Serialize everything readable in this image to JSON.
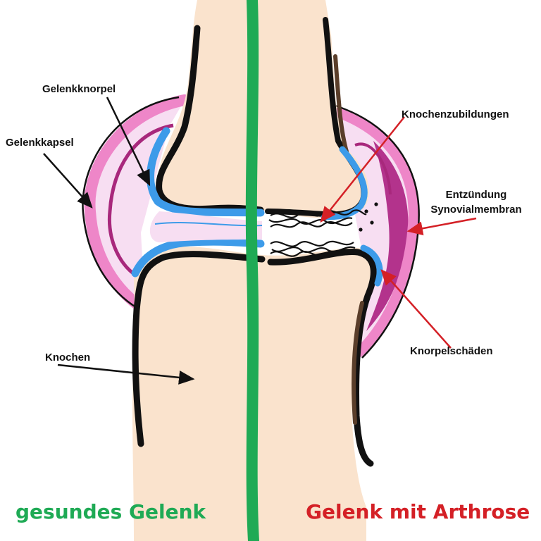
{
  "labels": {
    "gelenkknorpel": "Gelenkknorpel",
    "gelenkkapsel": "Gelenkkapsel",
    "knochen": "Knochen",
    "knochenzubildungen": "Knochenzubildungen",
    "entzuendung_line1": "Entzündung",
    "entzuendung_line2": "Synovialmembran",
    "knorpelschaeden": "Knorpelschäden"
  },
  "captions": {
    "left": "gesundes Gelenk",
    "right": "Gelenk mit Arthrose"
  },
  "colors": {
    "bone": "#fae3cd",
    "outline": "#111111",
    "bone_shadow": "#5a3e2a",
    "cartilage": "#3d9be9",
    "capsule": "#ee86c8",
    "capsule_fill": "#f7def2",
    "inflamed": "#b3338c",
    "divider": "#1faa55",
    "arrow_black": "#111111",
    "arrow_red": "#d42026",
    "caption_left": "#1faa55",
    "caption_right": "#d42026"
  }
}
